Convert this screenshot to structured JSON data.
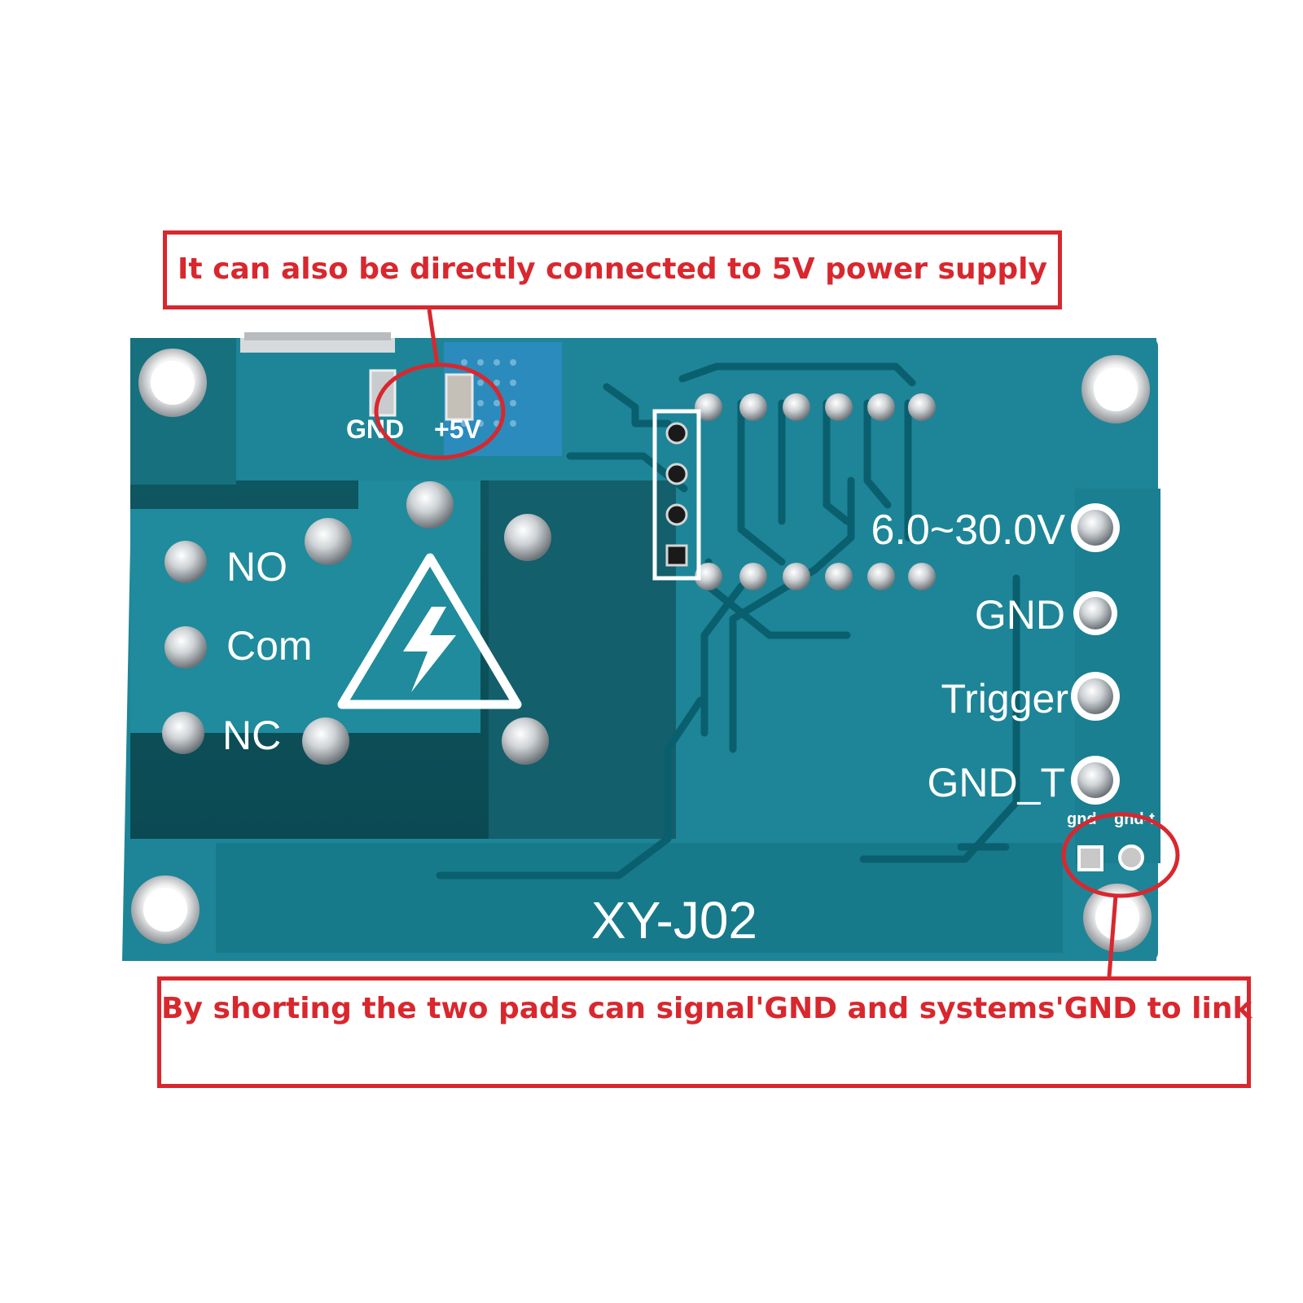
{
  "annotations": {
    "top_callout": "It can also be directly connected to 5V power supply",
    "bottom_callout": "By shorting the two pads can signal'GND and systems'GND to link"
  },
  "board": {
    "model": "XY-J02",
    "relay_labels": {
      "no": "NO",
      "com": "Com",
      "nc": "NC"
    },
    "power_pads": {
      "gnd": "GND",
      "plus5v": "+5V"
    },
    "terminal_labels": {
      "voltage": "6.0~30.0V",
      "gnd": "GND",
      "trigger": "Trigger",
      "gnd_t": "GND_T"
    },
    "small_pads": {
      "left": "gnd",
      "right": "gnd-t"
    }
  },
  "colors": {
    "pcb": "#1f8a9c",
    "pcb_light": "#2aa2b4",
    "pcb_dark": "#0d4f5a",
    "trace": "#0a5f6e",
    "annotation": "#d9272e",
    "silkscreen": "#ffffff"
  }
}
